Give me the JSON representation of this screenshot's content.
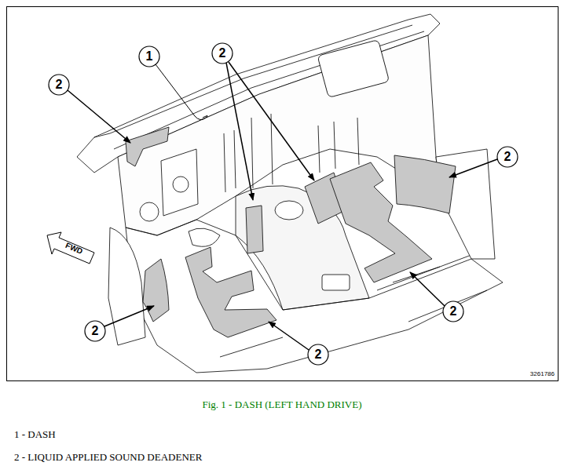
{
  "diagram": {
    "caption": "Fig. 1 - DASH (LEFT HAND DRIVE)",
    "labels": [
      "2",
      "1",
      "2",
      "2",
      "2",
      "2",
      "2",
      "FWD",
      "3261786",
      "1 - DASH",
      "2 - LIQUID APPLIED SOUND DEADENER"
    ]
  }
}
